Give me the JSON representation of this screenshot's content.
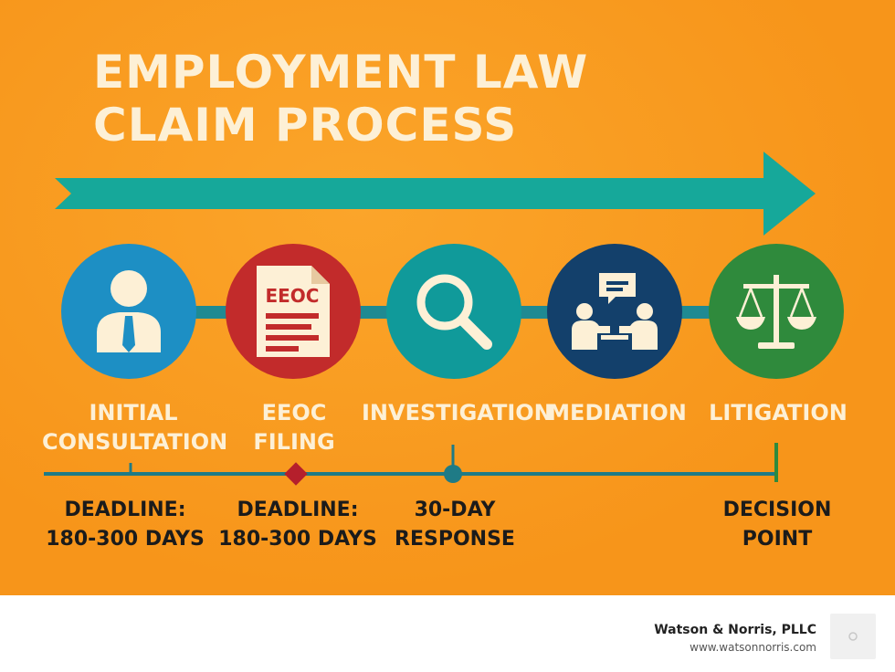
{
  "title": {
    "line1": "EMPLOYMENT LAW",
    "line2": "CLAIM PROCESS"
  },
  "colors": {
    "background": "#f89a1c",
    "arrow": "#16a89a",
    "title_text": "#fdf0d6",
    "timeline": "#1f7b86"
  },
  "steps": [
    {
      "label_lines": [
        "INITIAL",
        "CONSULTATION"
      ],
      "icon": "person-icon",
      "color": "#1d8fc4"
    },
    {
      "label_lines": [
        "EEOC",
        "FILING"
      ],
      "icon": "document-icon",
      "color": "#c22b2b",
      "doc_text": "EEOC"
    },
    {
      "label_lines": [
        "INVESTIGATION"
      ],
      "icon": "magnifier-icon",
      "color": "#109a9a"
    },
    {
      "label_lines": [
        "MEDIATION"
      ],
      "icon": "meeting-icon",
      "color": "#13406b"
    },
    {
      "label_lines": [
        "LITIGATION"
      ],
      "icon": "scales-icon",
      "color": "#2f8a3c"
    }
  ],
  "deadlines": [
    {
      "lines": [
        "DEADLINE:",
        "180-300 DAYS"
      ]
    },
    {
      "lines": [
        "DEADLINE:",
        "180-300 DAYS"
      ]
    },
    {
      "lines": [
        "30-DAY",
        "RESPONSE"
      ]
    },
    {
      "lines": [
        "DECISION",
        "POINT"
      ]
    }
  ],
  "footer": {
    "brand": "Watson & Norris, PLLC",
    "url": "www.watsonnorris.com"
  }
}
